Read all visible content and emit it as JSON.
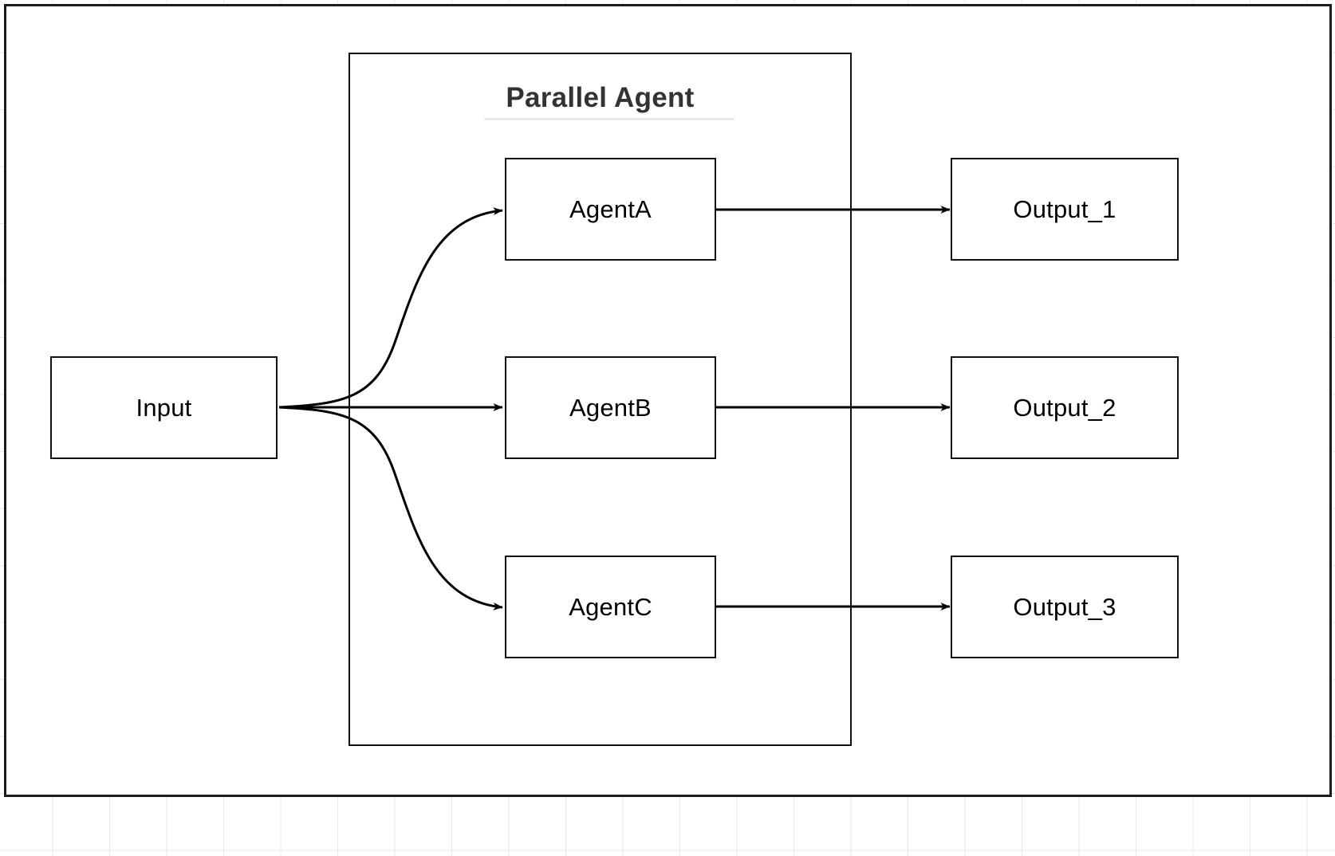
{
  "diagram": {
    "type": "flowchart",
    "title": "Parallel Agent",
    "background_color": "#ffffff",
    "canvas_border_color": "#1c1c1c",
    "node_border_color": "#111111",
    "title_color": "#333333",
    "title_rule_color": "#ececec",
    "edge_color": "#000000",
    "grid_color": "#e8e8e8"
  },
  "group": {
    "label": "Parallel Agent"
  },
  "nodes": {
    "input": {
      "label": "Input"
    },
    "agent_a": {
      "label": "AgentA"
    },
    "agent_b": {
      "label": "AgentB"
    },
    "agent_c": {
      "label": "AgentC"
    },
    "output_1": {
      "label": "Output_1"
    },
    "output_2": {
      "label": "Output_2"
    },
    "output_3": {
      "label": "Output_3"
    }
  },
  "edges": [
    {
      "name": "input-to-agenta",
      "from": "Input",
      "to": "AgentA",
      "style": "curved",
      "arrowhead": "filled-triangle"
    },
    {
      "name": "input-to-agentb",
      "from": "Input",
      "to": "AgentB",
      "style": "straight",
      "arrowhead": "filled-triangle"
    },
    {
      "name": "input-to-agentc",
      "from": "Input",
      "to": "AgentC",
      "style": "curved",
      "arrowhead": "filled-triangle"
    },
    {
      "name": "agenta-to-output1",
      "from": "AgentA",
      "to": "Output_1",
      "style": "straight",
      "arrowhead": "filled-triangle"
    },
    {
      "name": "agentb-to-output2",
      "from": "AgentB",
      "to": "Output_2",
      "style": "straight",
      "arrowhead": "filled-triangle"
    },
    {
      "name": "agentc-to-output3",
      "from": "AgentC",
      "to": "Output_3",
      "style": "straight",
      "arrowhead": "filled-triangle"
    }
  ]
}
